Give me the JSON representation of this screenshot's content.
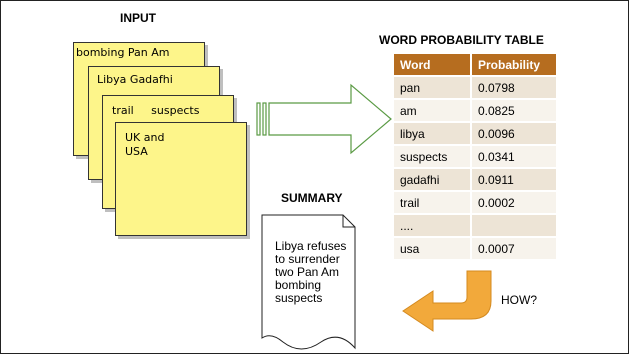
{
  "input": {
    "title": "INPUT",
    "notes": [
      {
        "line1": "bombing Pan Am"
      },
      {
        "line1": "Libya Gadafhi"
      },
      {
        "line1": "trail     suspects"
      },
      {
        "line1": "UK and",
        "line2": "USA"
      }
    ]
  },
  "table": {
    "title": "WORD PROBABILITY TABLE",
    "columns": [
      "Word",
      "Probability"
    ],
    "rows": [
      {
        "word": "pan",
        "prob": "0.0798"
      },
      {
        "word": "am",
        "prob": "0.0825"
      },
      {
        "word": "libya",
        "prob": "0.0096"
      },
      {
        "word": "suspects",
        "prob": "0.0341"
      },
      {
        "word": "gadafhi",
        "prob": "0.0911"
      },
      {
        "word": "trail",
        "prob": "0.0002"
      },
      {
        "word": "....",
        "prob": ""
      },
      {
        "word": "usa",
        "prob": "0.0007"
      }
    ]
  },
  "summary": {
    "title": "SUMMARY",
    "lines": [
      "Libya refuses",
      "to surrender",
      "two Pan Am",
      "bombing",
      "suspects"
    ]
  },
  "how_label": "HOW?",
  "colors": {
    "note_fill": "#fdf58a",
    "table_header": "#b66d1f",
    "row_odd": "#ede4d6",
    "row_even": "#f7f3ec",
    "arrow_green": "#5a9a44",
    "arrow_orange": "#f2a93b"
  }
}
